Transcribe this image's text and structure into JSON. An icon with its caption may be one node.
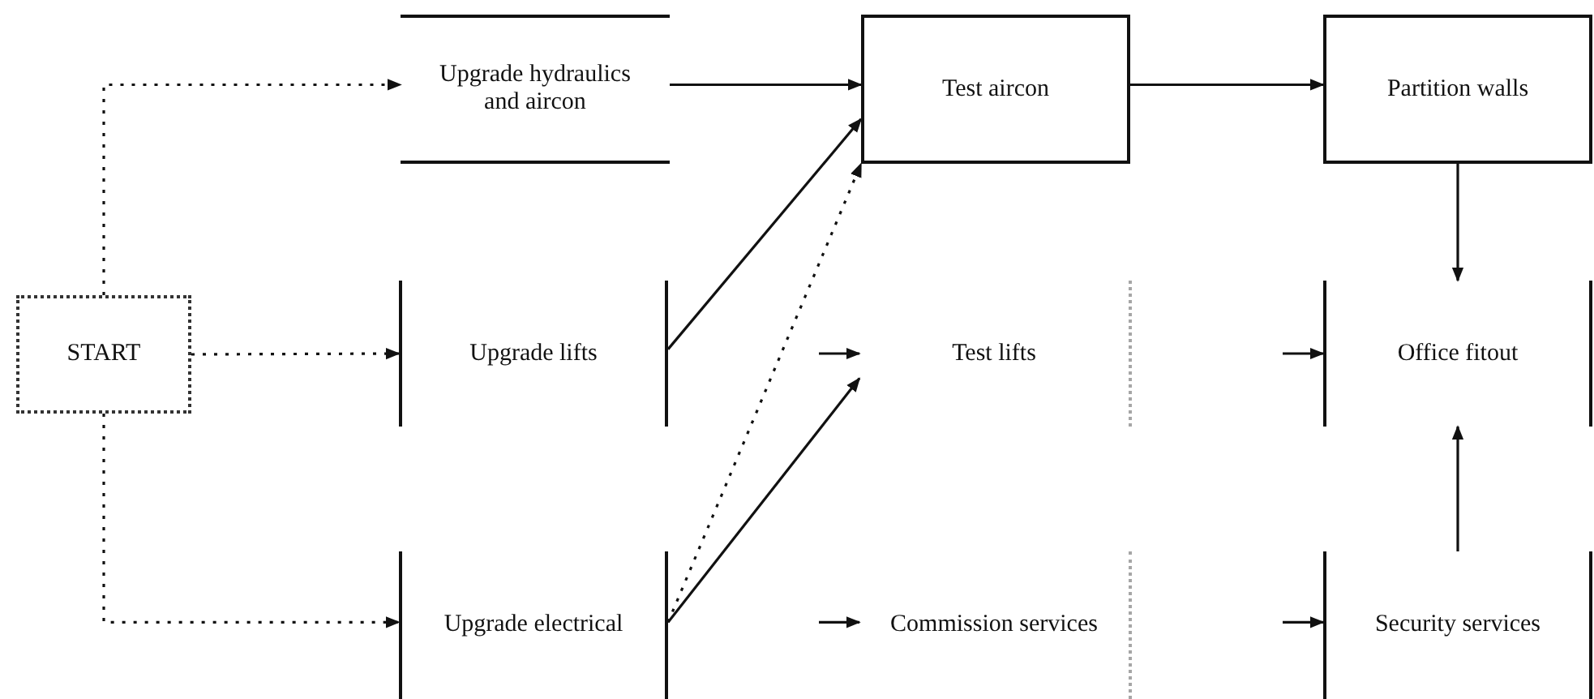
{
  "diagram": {
    "nodes": [
      {
        "text": [
          "Upgrade hydraulics and aircon"
        ]
      },
      {
        "text": [
          "Test aircon"
        ]
      },
      {
        "text": [
          "Partition walls"
        ]
      },
      {
        "text": [
          "START"
        ]
      },
      {
        "text": [
          "Upgrade lifts"
        ]
      },
      {
        "text": [
          "Test lifts"
        ]
      },
      {
        "text": [
          "Office fitout"
        ]
      },
      {
        "text": [
          "Upgrade electrical"
        ]
      },
      {
        "text": [
          "Commission services"
        ]
      },
      {
        "text": [
          "Security services"
        ]
      }
    ],
    "edges": [
      {
        "from": 3,
        "to": 0,
        "arrow": "to",
        "style": "dashed"
      },
      {
        "from": 3,
        "to": 4,
        "arrow": "to",
        "style": "dashed"
      },
      {
        "from": 3,
        "to": 7,
        "arrow": "to",
        "style": "dashed"
      },
      {
        "from": 0,
        "to": 1,
        "arrow": "to"
      },
      {
        "from": 4,
        "to": 1,
        "arrow": "to"
      },
      {
        "from": 7,
        "to": 1,
        "arrow": "to",
        "style": "dashed"
      },
      {
        "from": 7,
        "to": 5,
        "arrow": "to"
      },
      {
        "from": 1,
        "to": 2,
        "arrow": "to"
      },
      {
        "from": 2,
        "to": 6,
        "arrow": "to"
      },
      {
        "from": 9,
        "to": 6,
        "arrow": "to"
      },
      {
        "from": null,
        "to": 5,
        "arrow": "to"
      },
      {
        "from": null,
        "to": 8,
        "arrow": "to"
      },
      {
        "from": null,
        "to": 6,
        "arrow": "to"
      },
      {
        "from": null,
        "to": 9,
        "arrow": "to"
      }
    ]
  }
}
